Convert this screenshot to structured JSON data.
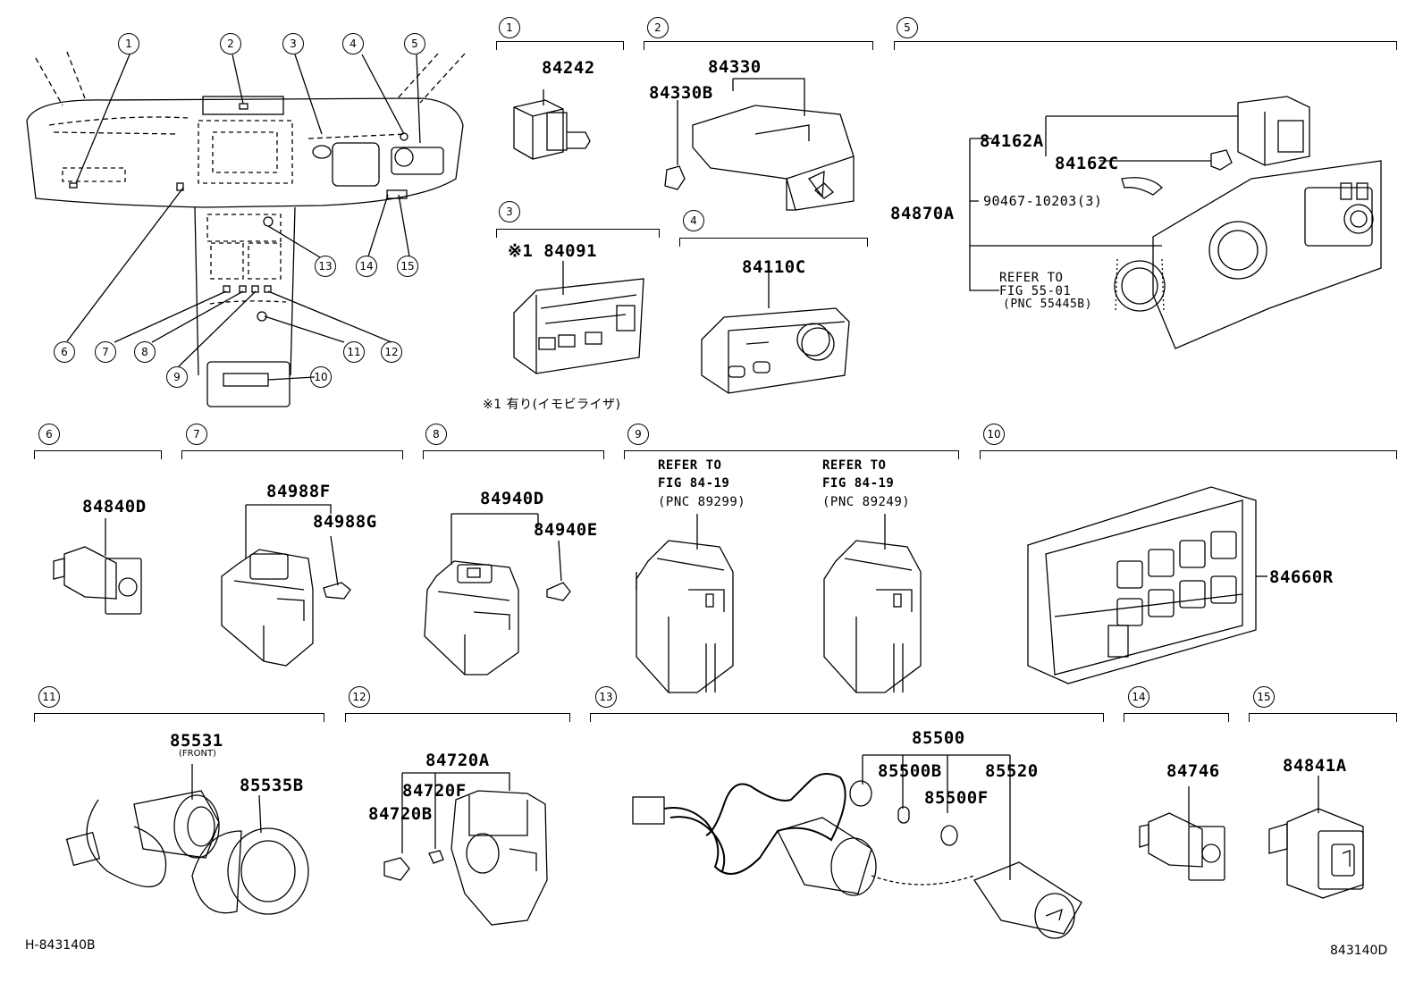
{
  "section_numbers": [
    "1",
    "2",
    "3",
    "4",
    "5",
    "6",
    "7",
    "8",
    "9",
    "10",
    "11",
    "12",
    "13",
    "14",
    "15"
  ],
  "overview_callouts": [
    "1",
    "2",
    "3",
    "4",
    "5",
    "6",
    "7",
    "8",
    "9",
    "10",
    "11",
    "12",
    "13",
    "14",
    "15"
  ],
  "parts": {
    "s1": [
      "84242"
    ],
    "s2": [
      "84330",
      "84330B"
    ],
    "s3": [
      "※1 84091"
    ],
    "s3_note": "※1 有り(イモビライザ)",
    "s4": [
      "84110C"
    ],
    "s5": [
      "84162A",
      "84162C",
      "90467-10203(3)",
      "84870A"
    ],
    "s5_refer": [
      "REFER TO",
      "FIG 55-01",
      "(PNC 55445B)"
    ],
    "s6": [
      "84840D"
    ],
    "s7": [
      "84988F",
      "84988G"
    ],
    "s8": [
      "84940D",
      "84940E"
    ],
    "s9_refer_a": [
      "REFER TO",
      "FIG 84-19",
      "(PNC 89299)"
    ],
    "s9_refer_b": [
      "REFER TO",
      "FIG 84-19",
      "(PNC 89249)"
    ],
    "s10": [
      "84660R"
    ],
    "s11": [
      "85531",
      "(FRONT)",
      "85535B"
    ],
    "s12": [
      "84720A",
      "84720F",
      "84720B"
    ],
    "s13": [
      "85500",
      "85500B",
      "85500F",
      "85520"
    ],
    "s14": [
      "84746"
    ],
    "s15": [
      "84841A"
    ]
  },
  "footer": {
    "left_code": "H-843140B",
    "right_code": "843140D"
  }
}
